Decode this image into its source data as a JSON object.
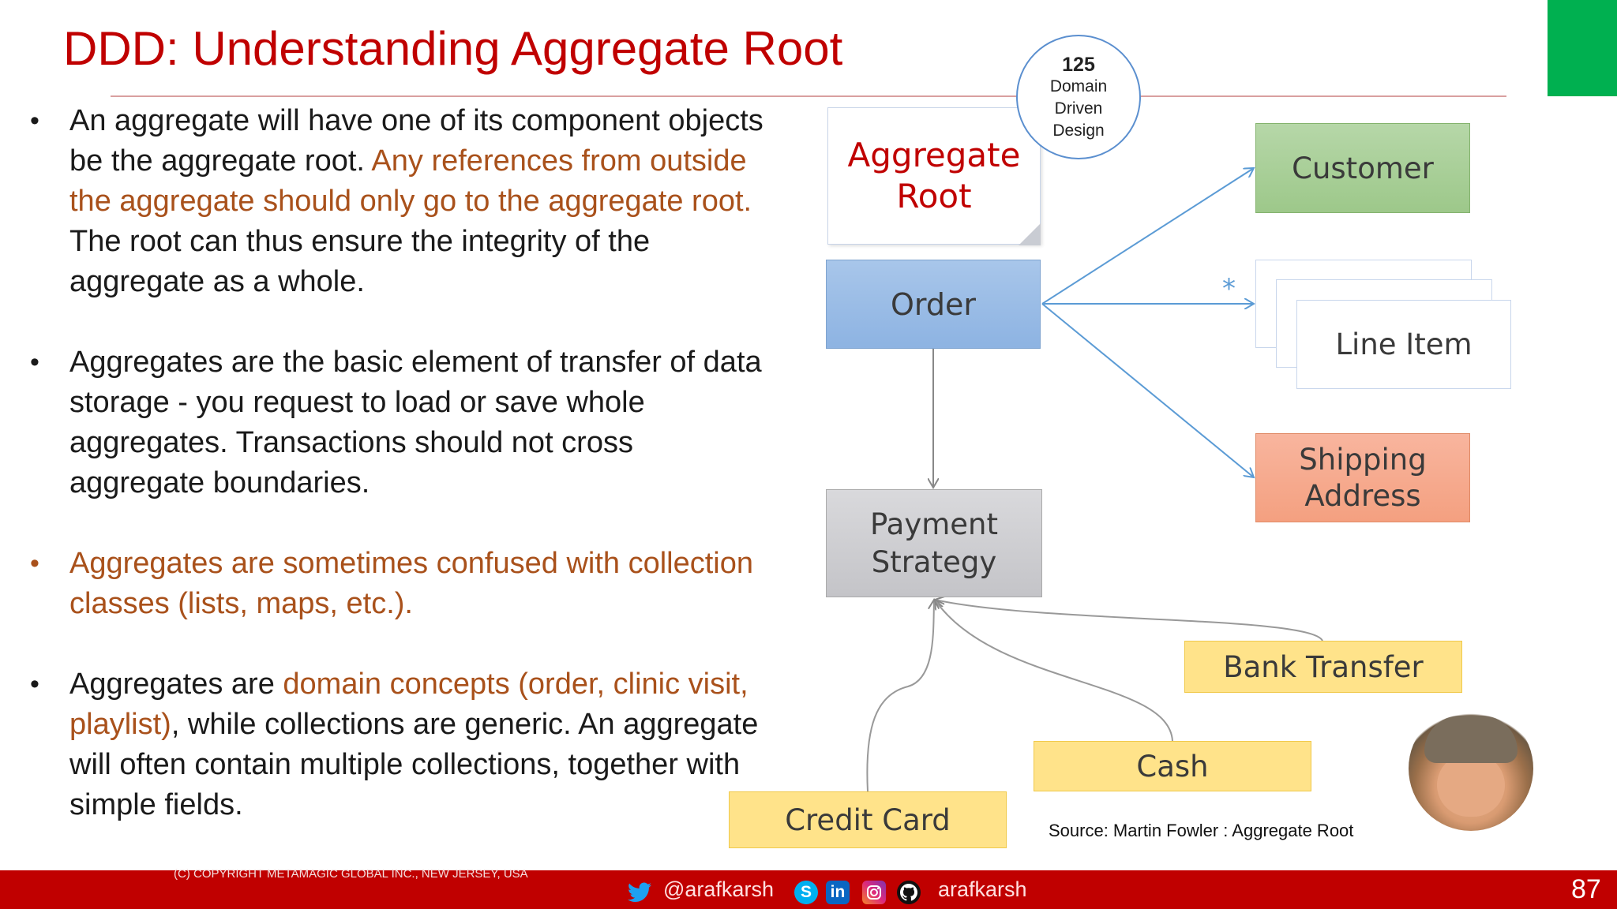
{
  "slide": {
    "title_prefix": "DDD: Understanding ",
    "title_emphasis": "Aggregate Root",
    "badge": {
      "number": "125",
      "line1": "Domain",
      "line2": "Driven",
      "line3": "Design"
    },
    "bullets": [
      {
        "part1": "An aggregate will have one of its component objects be the aggregate root. ",
        "highlight": "Any references from outside the aggregate should only go to the aggregate root.",
        "part2": " The root can thus ensure the integrity of the aggregate as a whole."
      },
      {
        "text": "Aggregates are the basic element of transfer of data storage - you request to load or save whole aggregates. Transactions should not cross aggregate boundaries."
      },
      {
        "text": "Aggregates are sometimes confused with collection classes (lists, maps, etc.)."
      },
      {
        "part1": "Aggregates are ",
        "highlight": "domain concepts (order, clinic visit, playlist)",
        "part2": ", while collections are generic. An aggregate will often contain multiple collections, together with simple fields."
      }
    ],
    "bullet_symbol": "•",
    "colors": {
      "title": "#c00000",
      "highlight": "#a9511b",
      "footer": "#c00000",
      "tab": "#00b050"
    }
  },
  "diagram": {
    "note_line1": "Aggregate",
    "note_line2": "Root",
    "order": "Order",
    "payment_line1": "Payment",
    "payment_line2": "Strategy",
    "customer": "Customer",
    "line_item": "Line Item",
    "multiplicity": "*",
    "shipping_line1": "Shipping",
    "shipping_line2": "Address",
    "bank_transfer": "Bank Transfer",
    "cash": "Cash",
    "credit_card": "Credit Card",
    "source": "Source: Martin Fowler : Aggregate Root"
  },
  "footer": {
    "copyright": "(C) COPYRIGHT METAMAGIC GLOBAL INC., NEW JERSEY, USA",
    "twitter_handle": "@arafkarsh",
    "social_handle": "arafkarsh",
    "page_number": "87",
    "icons": [
      "twitter-icon",
      "skype-icon",
      "linkedin-icon",
      "instagram-icon",
      "github-icon"
    ]
  }
}
